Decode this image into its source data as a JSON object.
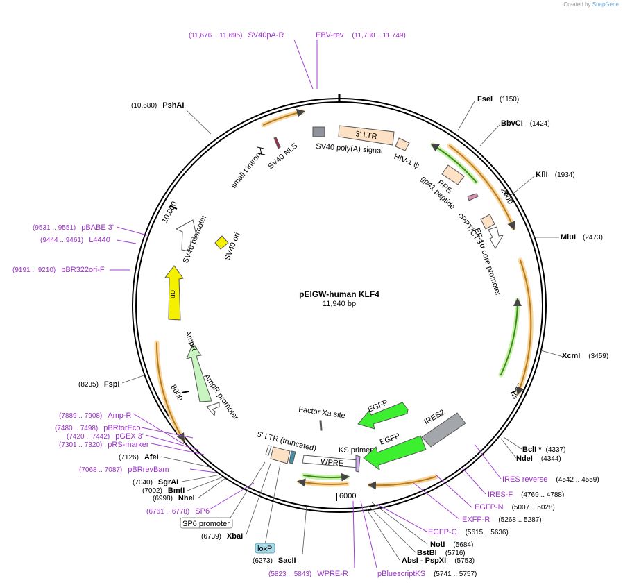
{
  "credit": {
    "prefix": "Created by",
    "brand": "SnapGene"
  },
  "plasmid": {
    "name": "pEIGW-human KLF4",
    "size": "11,940 bp"
  },
  "ticks": [
    "2000",
    "4000",
    "6000",
    "8000",
    "10,000"
  ],
  "features": {
    "ltr3": "3' LTR",
    "sv40polya": "SV40 poly(A) signal",
    "hiv": "HIV-1 ψ",
    "rre": "RRE",
    "gp41": "gp41 peptide",
    "cppt": "cPPT/CTS",
    "ef1a": "EF-1α core promoter",
    "ires2": "IRES2",
    "egfp1": "EGFP",
    "egfp2": "EGFP",
    "factorxa": "Factor Xa site",
    "ksprimer": "KS primer",
    "wpre": "WPRE",
    "ltr5": "5' LTR (truncated)",
    "ampr_prom": "AmpR promoter",
    "ampr": "AmpR",
    "ori": "ori",
    "sv40prom": "SV40 promoter",
    "sv40ori": "SV40 ori",
    "smallt": "small t intron",
    "sv40nls": "SV40 NLS"
  },
  "right_labels": [
    {
      "name": "FseI",
      "pos": "(1150)",
      "kind": "enzyme"
    },
    {
      "name": "BbvCI",
      "pos": "(1424)",
      "kind": "enzyme"
    },
    {
      "name": "KflI",
      "pos": "(1934)",
      "kind": "enzyme"
    },
    {
      "name": "MluI",
      "pos": "(2473)",
      "kind": "enzyme"
    },
    {
      "name": "XcmI",
      "pos": "(3459)",
      "kind": "enzyme"
    },
    {
      "name": "BclI *",
      "pos": "(4337)",
      "kind": "enzyme"
    },
    {
      "name": "NdeI",
      "pos": "(4344)",
      "kind": "enzyme"
    },
    {
      "name": "IRES reverse",
      "pos": "(4542 .. 4559)",
      "kind": "primer"
    },
    {
      "name": "IRES-F",
      "pos": "(4769 .. 4788)",
      "kind": "primer"
    },
    {
      "name": "EGFP-N",
      "pos": "(5007 .. 5028)",
      "kind": "primer"
    },
    {
      "name": "EXFP-R",
      "pos": "(5268 .. 5287)",
      "kind": "primer"
    },
    {
      "name": "EGFP-C",
      "pos": "(5615 .. 5636)",
      "kind": "primer"
    },
    {
      "name": "NotI",
      "pos": "(5684)",
      "kind": "enzyme"
    },
    {
      "name": "BstBI",
      "pos": "(5716)",
      "kind": "enzyme"
    },
    {
      "name": "AbsI - PspXI",
      "pos": "(5753)",
      "kind": "enzyme"
    },
    {
      "name": "pBluescriptKS",
      "pos": "(5741 .. 5757)",
      "kind": "primer"
    }
  ],
  "left_labels": [
    {
      "name": "SV40pA-R",
      "pos": "(11,676 .. 11,695)",
      "kind": "primer"
    },
    {
      "name": "EBV-rev",
      "pos": "(11,730 .. 11,749)",
      "kind": "primer"
    },
    {
      "name": "PshAI",
      "pos": "(10,680)",
      "kind": "enzyme"
    },
    {
      "name": "pBABE 3'",
      "pos": "(9531 .. 9551)",
      "kind": "primer"
    },
    {
      "name": "L4440",
      "pos": "(9444 .. 9461)",
      "kind": "primer"
    },
    {
      "name": "pBR322ori-F",
      "pos": "(9191 .. 9210)",
      "kind": "primer"
    },
    {
      "name": "FspI",
      "pos": "(8235)",
      "kind": "enzyme"
    },
    {
      "name": "Amp-R",
      "pos": "(7889 .. 7908)",
      "kind": "primer"
    },
    {
      "name": "pBRforEco",
      "pos": "(7480 .. 7498)",
      "kind": "primer"
    },
    {
      "name": "pGEX 3'",
      "pos": "(7420 .. 7442)",
      "kind": "primer"
    },
    {
      "name": "pRS-marker",
      "pos": "(7301 .. 7320)",
      "kind": "primer"
    },
    {
      "name": "AfeI",
      "pos": "(7126)",
      "kind": "enzyme"
    },
    {
      "name": "pBRrevBam",
      "pos": "(7068 .. 7087)",
      "kind": "primer"
    },
    {
      "name": "SgrAI",
      "pos": "(7040)",
      "kind": "enzyme"
    },
    {
      "name": "BmtI",
      "pos": "(7002)",
      "kind": "enzyme"
    },
    {
      "name": "NheI",
      "pos": "(6998)",
      "kind": "enzyme"
    },
    {
      "name": "SP6",
      "pos": "(6761 .. 6778)",
      "kind": "primer"
    },
    {
      "name": "SP6 promoter",
      "pos": "",
      "kind": "promoter"
    },
    {
      "name": "XbaI",
      "pos": "(6739)",
      "kind": "enzyme"
    },
    {
      "name": "loxP",
      "pos": "",
      "kind": "site"
    },
    {
      "name": "SacII",
      "pos": "(6273)",
      "kind": "enzyme"
    },
    {
      "name": "WPRE-R",
      "pos": "(5823 .. 5843)",
      "kind": "primer"
    }
  ]
}
